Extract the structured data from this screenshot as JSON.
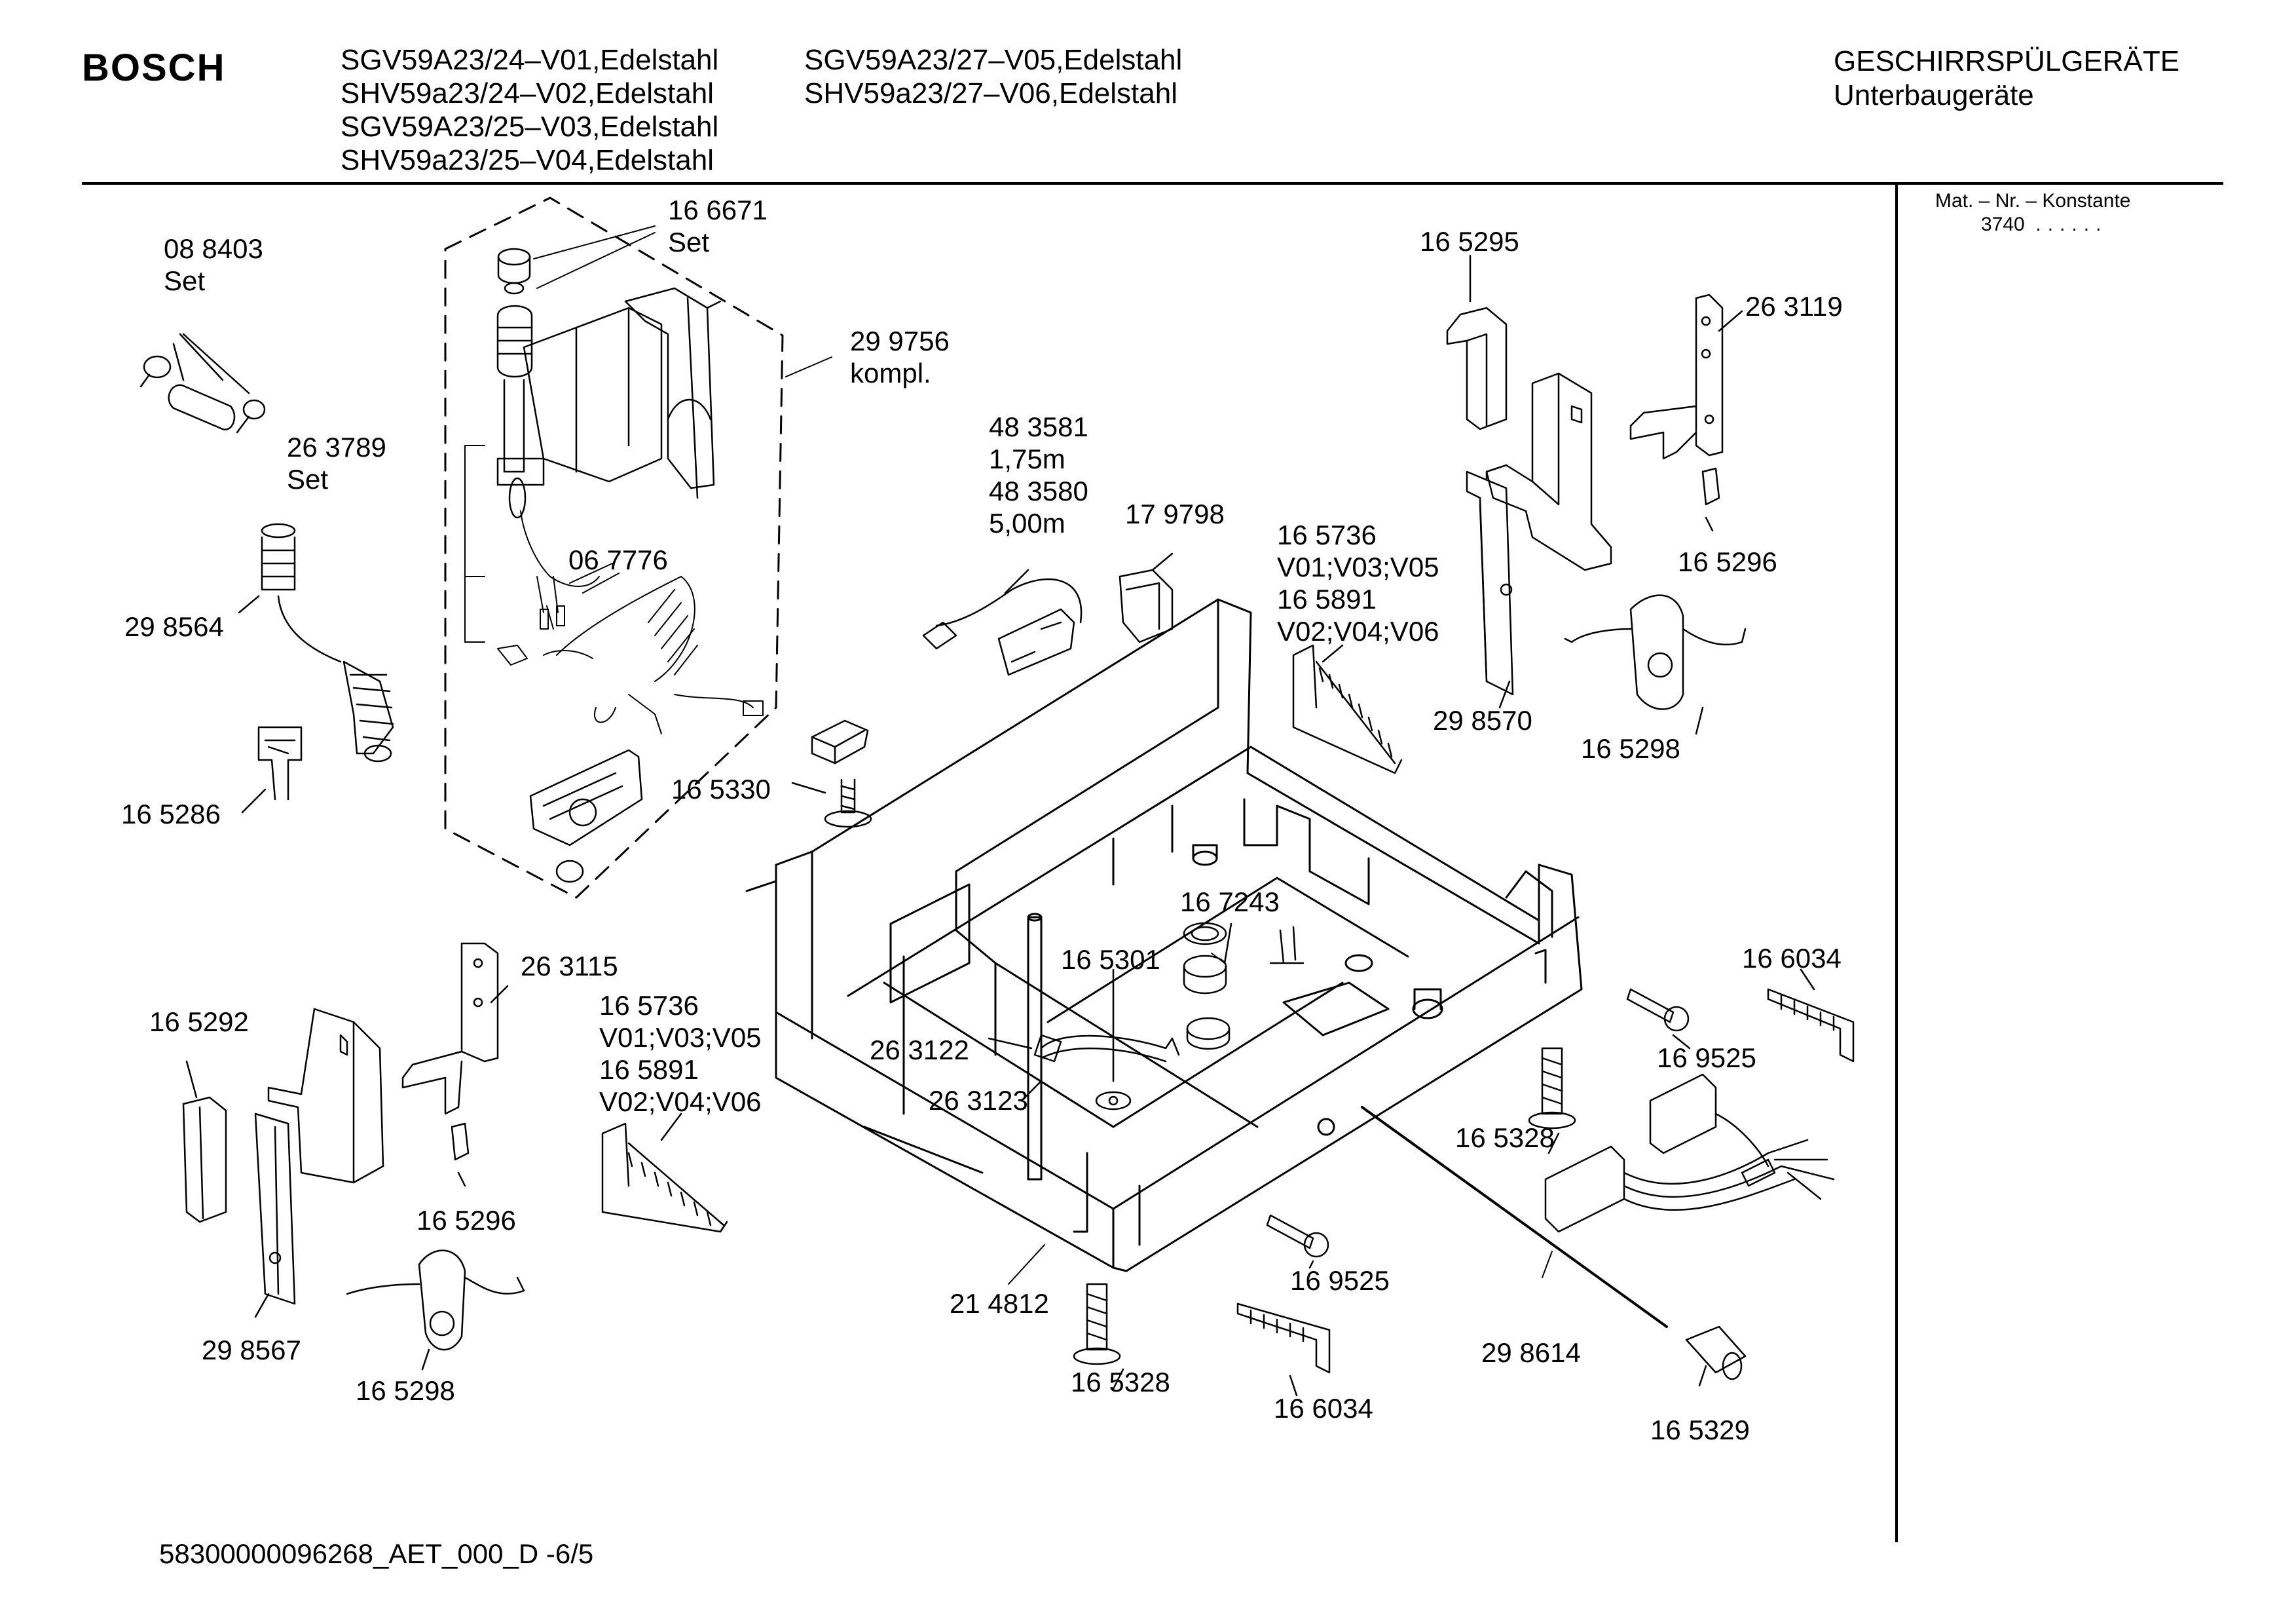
{
  "header": {
    "brand": "BOSCH",
    "models_col1": [
      "SGV59A23/24–V01,Edelstahl",
      "SHV59a23/24–V02,Edelstahl",
      "SGV59A23/25–V03,Edelstahl",
      "SHV59a23/25–V04,Edelstahl"
    ],
    "models_col2": [
      "SGV59A23/27–V05,Edelstahl",
      "SHV59a23/27–V06,Edelstahl"
    ],
    "category": "GESCHIRRSPÜLGERÄTE",
    "subcategory": "Unterbaugeräte"
  },
  "sidebar": {
    "label": "Mat. – Nr. – Konstante",
    "value": "3740",
    "dots": "......"
  },
  "footer": {
    "doc_id": "58300000096268_AET_000_D  -6/5"
  },
  "labels": [
    {
      "id": "166671",
      "lines": [
        "16 6671",
        "Set"
      ]
    },
    {
      "id": "088403",
      "lines": [
        "08 8403",
        "Set"
      ]
    },
    {
      "id": "299756",
      "lines": [
        "29 9756",
        "kompl."
      ]
    },
    {
      "id": "263789",
      "lines": [
        "26 3789",
        "Set"
      ]
    },
    {
      "id": "067776",
      "lines": [
        "06 7776"
      ]
    },
    {
      "id": "298564",
      "lines": [
        "29 8564"
      ]
    },
    {
      "id": "165286",
      "lines": [
        "16 5286"
      ]
    },
    {
      "id": "483581",
      "lines": [
        "48 3581",
        "1,75m",
        "48 3580",
        "5,00m"
      ]
    },
    {
      "id": "179798",
      "lines": [
        "17 9798"
      ]
    },
    {
      "id": "165330",
      "lines": [
        "16 5330"
      ]
    },
    {
      "id": "165295",
      "lines": [
        "16 5295"
      ]
    },
    {
      "id": "263119",
      "lines": [
        "26 3119"
      ]
    },
    {
      "id": "165736a",
      "lines": [
        "16 5736",
        "V01;V03;V05",
        "16 5891",
        "V02;V04;V06"
      ]
    },
    {
      "id": "165296a",
      "lines": [
        "16 5296"
      ]
    },
    {
      "id": "298570",
      "lines": [
        "29 8570"
      ]
    },
    {
      "id": "165298a",
      "lines": [
        "16 5298"
      ]
    },
    {
      "id": "167243",
      "lines": [
        "16 7243"
      ]
    },
    {
      "id": "165301",
      "lines": [
        "16 5301"
      ]
    },
    {
      "id": "263115",
      "lines": [
        "26 3115"
      ]
    },
    {
      "id": "165292",
      "lines": [
        "16 5292"
      ]
    },
    {
      "id": "165736b",
      "lines": [
        "16 5736",
        "V01;V03;V05",
        "16 5891",
        "V02;V04;V06"
      ]
    },
    {
      "id": "263122",
      "lines": [
        "26 3122"
      ]
    },
    {
      "id": "263123",
      "lines": [
        "26 3123"
      ]
    },
    {
      "id": "165296b",
      "lines": [
        "16 5296"
      ]
    },
    {
      "id": "298567",
      "lines": [
        "29 8567"
      ]
    },
    {
      "id": "165298b",
      "lines": [
        "16 5298"
      ]
    },
    {
      "id": "214812",
      "lines": [
        "21 4812"
      ]
    },
    {
      "id": "165328a",
      "lines": [
        "16 5328"
      ]
    },
    {
      "id": "165328b",
      "lines": [
        "16 5328"
      ]
    },
    {
      "id": "169525a",
      "lines": [
        "16 9525"
      ]
    },
    {
      "id": "169525b",
      "lines": [
        "16 9525"
      ]
    },
    {
      "id": "166034a",
      "lines": [
        "16 6034"
      ]
    },
    {
      "id": "166034b",
      "lines": [
        "16 6034"
      ]
    },
    {
      "id": "298614",
      "lines": [
        "29 8614"
      ]
    },
    {
      "id": "165329",
      "lines": [
        "16 5329"
      ]
    }
  ]
}
